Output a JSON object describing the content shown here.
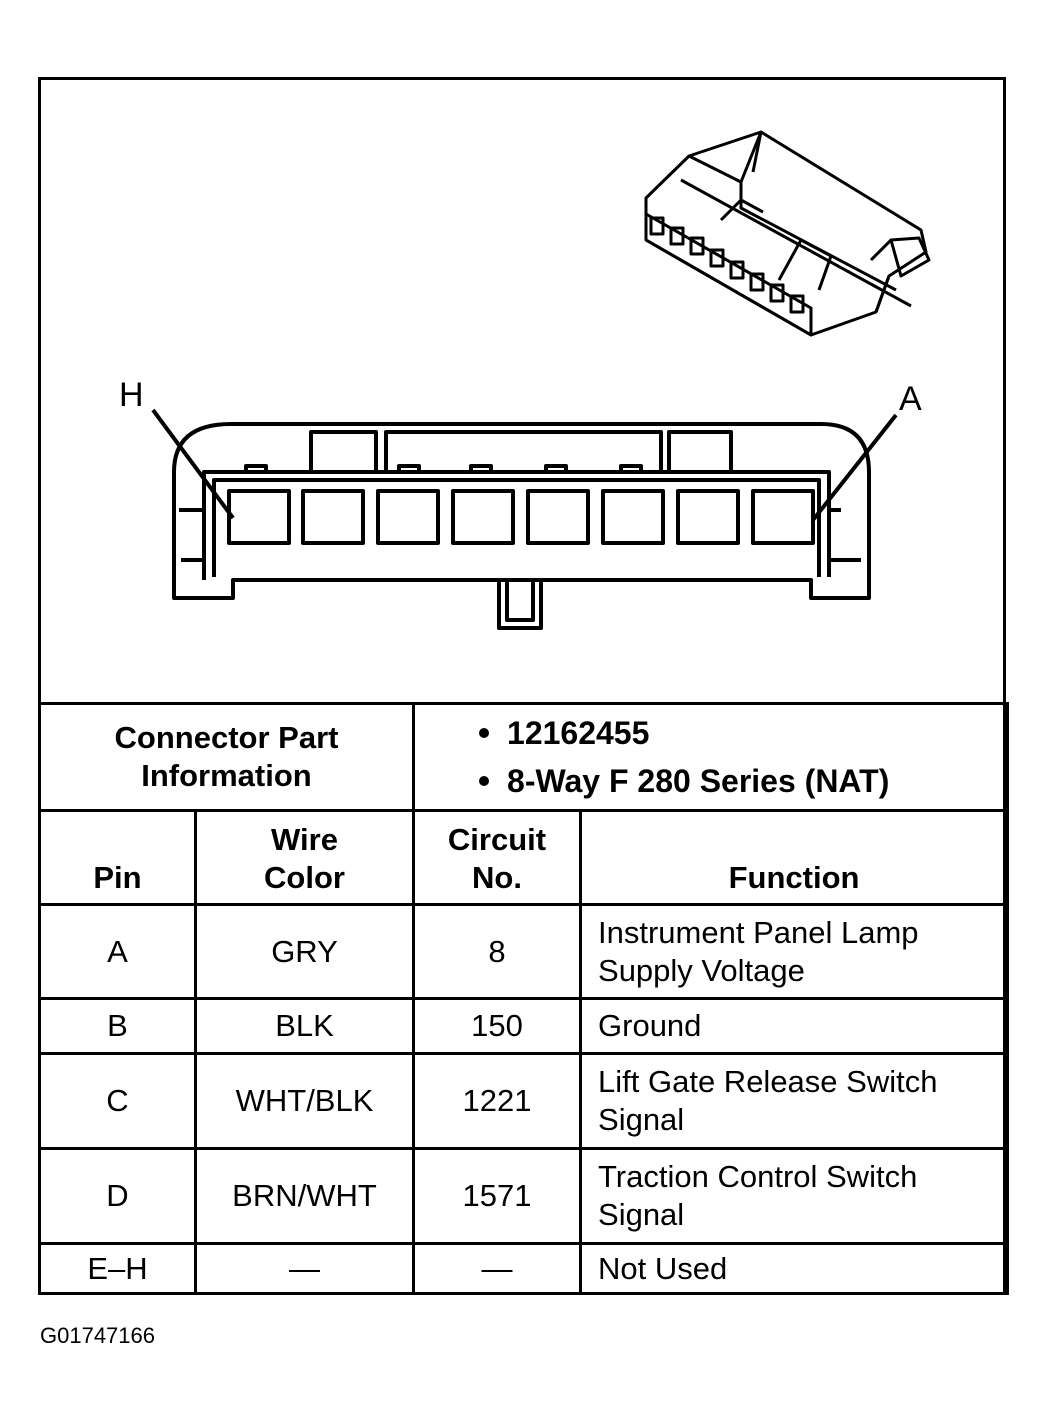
{
  "diagram": {
    "label_left": "H",
    "label_right": "A",
    "icons": [
      "connector-3d-icon",
      "connector-face-icon"
    ]
  },
  "table": {
    "part_info_label": "Connector Part Information",
    "part_numbers": [
      "12162455",
      "8-Way F 280 Series (NAT)"
    ],
    "headers": {
      "pin": "Pin",
      "wire_color": "Wire Color",
      "circuit_no": "Circuit No.",
      "function": "Function"
    },
    "rows": [
      {
        "pin": "A",
        "wire_color": "GRY",
        "circuit_no": "8",
        "function": "Instrument Panel Lamp Supply Voltage"
      },
      {
        "pin": "B",
        "wire_color": "BLK",
        "circuit_no": "150",
        "function": "Ground"
      },
      {
        "pin": "C",
        "wire_color": "WHT/BLK",
        "circuit_no": "1221",
        "function": "Lift Gate Release Switch Signal"
      },
      {
        "pin": "D",
        "wire_color": "BRN/WHT",
        "circuit_no": "1571",
        "function": "Traction Control Switch Signal"
      },
      {
        "pin": "E–H",
        "wire_color": "—",
        "circuit_no": "—",
        "function": "Not Used"
      }
    ]
  },
  "figure_code": "G01747166"
}
